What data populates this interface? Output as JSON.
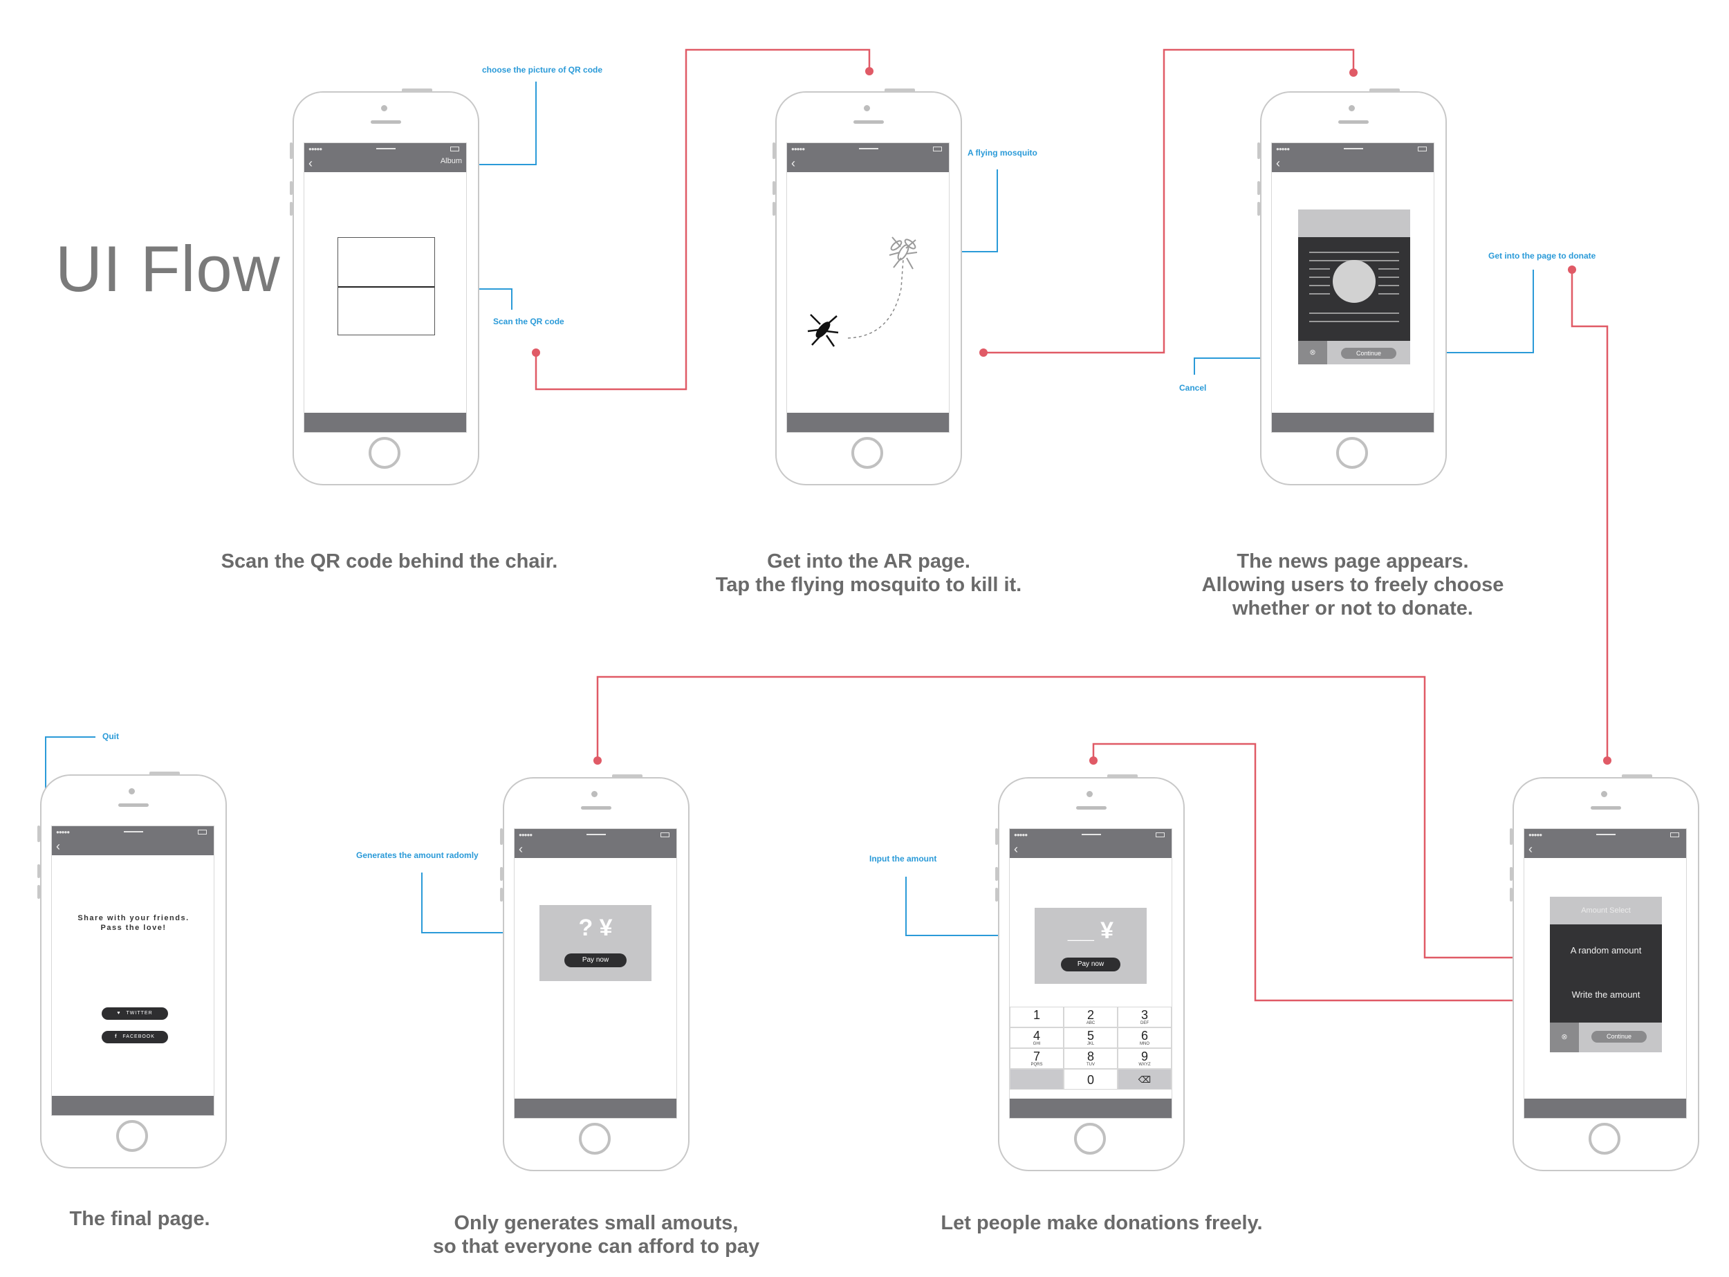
{
  "title": "UI Flow",
  "colors": {
    "flow_line": "#e05a66",
    "annotation": "#2a9ad8",
    "caption": "#6a6a6a",
    "chrome": "#747478"
  },
  "screen1": {
    "album": "Album",
    "back_icon": "chevron-left-icon"
  },
  "screen4": {
    "continue": "Continue"
  },
  "screen5": {
    "amount_select": "Amount Select",
    "random": "A random amount",
    "write": "Write the amount",
    "continue": "Continue"
  },
  "screen6": {
    "amount": "__ ¥",
    "pay_now": "Pay now",
    "keys": [
      {
        "digit": "1",
        "letters": ""
      },
      {
        "digit": "2",
        "letters": "ABC"
      },
      {
        "digit": "3",
        "letters": "DEF"
      },
      {
        "digit": "4",
        "letters": "GHI"
      },
      {
        "digit": "5",
        "letters": "JKL"
      },
      {
        "digit": "6",
        "letters": "MNO"
      },
      {
        "digit": "7",
        "letters": "PQRS"
      },
      {
        "digit": "8",
        "letters": "TUV"
      },
      {
        "digit": "9",
        "letters": "WXYZ"
      },
      {
        "digit": "0",
        "letters": ""
      }
    ]
  },
  "screen7": {
    "amount": "? ¥",
    "pay_now": "Pay now"
  },
  "screen8": {
    "share": "Share with your friends.\nPass the love!",
    "twitter": "TWITTER",
    "facebook": "FACEBOOK"
  },
  "annotations": {
    "album": "choose the picture of QR code",
    "scan": "Scan the QR code",
    "mosquito": "A flying mosquito",
    "donate": "Get into the page to donate",
    "cancel": "Cancel",
    "quit": "Quit",
    "random": "Generates the amount radomly",
    "input": "Input the amount"
  },
  "captions": {
    "c1": "Scan the QR code behind the chair.",
    "c2": "Get into the AR page.\nTap the flying mosquito to kill it.",
    "c3": "The news page appears.\nAllowing users to freely choose\nwhether or not to donate.",
    "c4": "The final page.",
    "c5": "Only generates small amouts,\nso that everyone can afford to pay",
    "c6": "Let people make donations freely."
  }
}
